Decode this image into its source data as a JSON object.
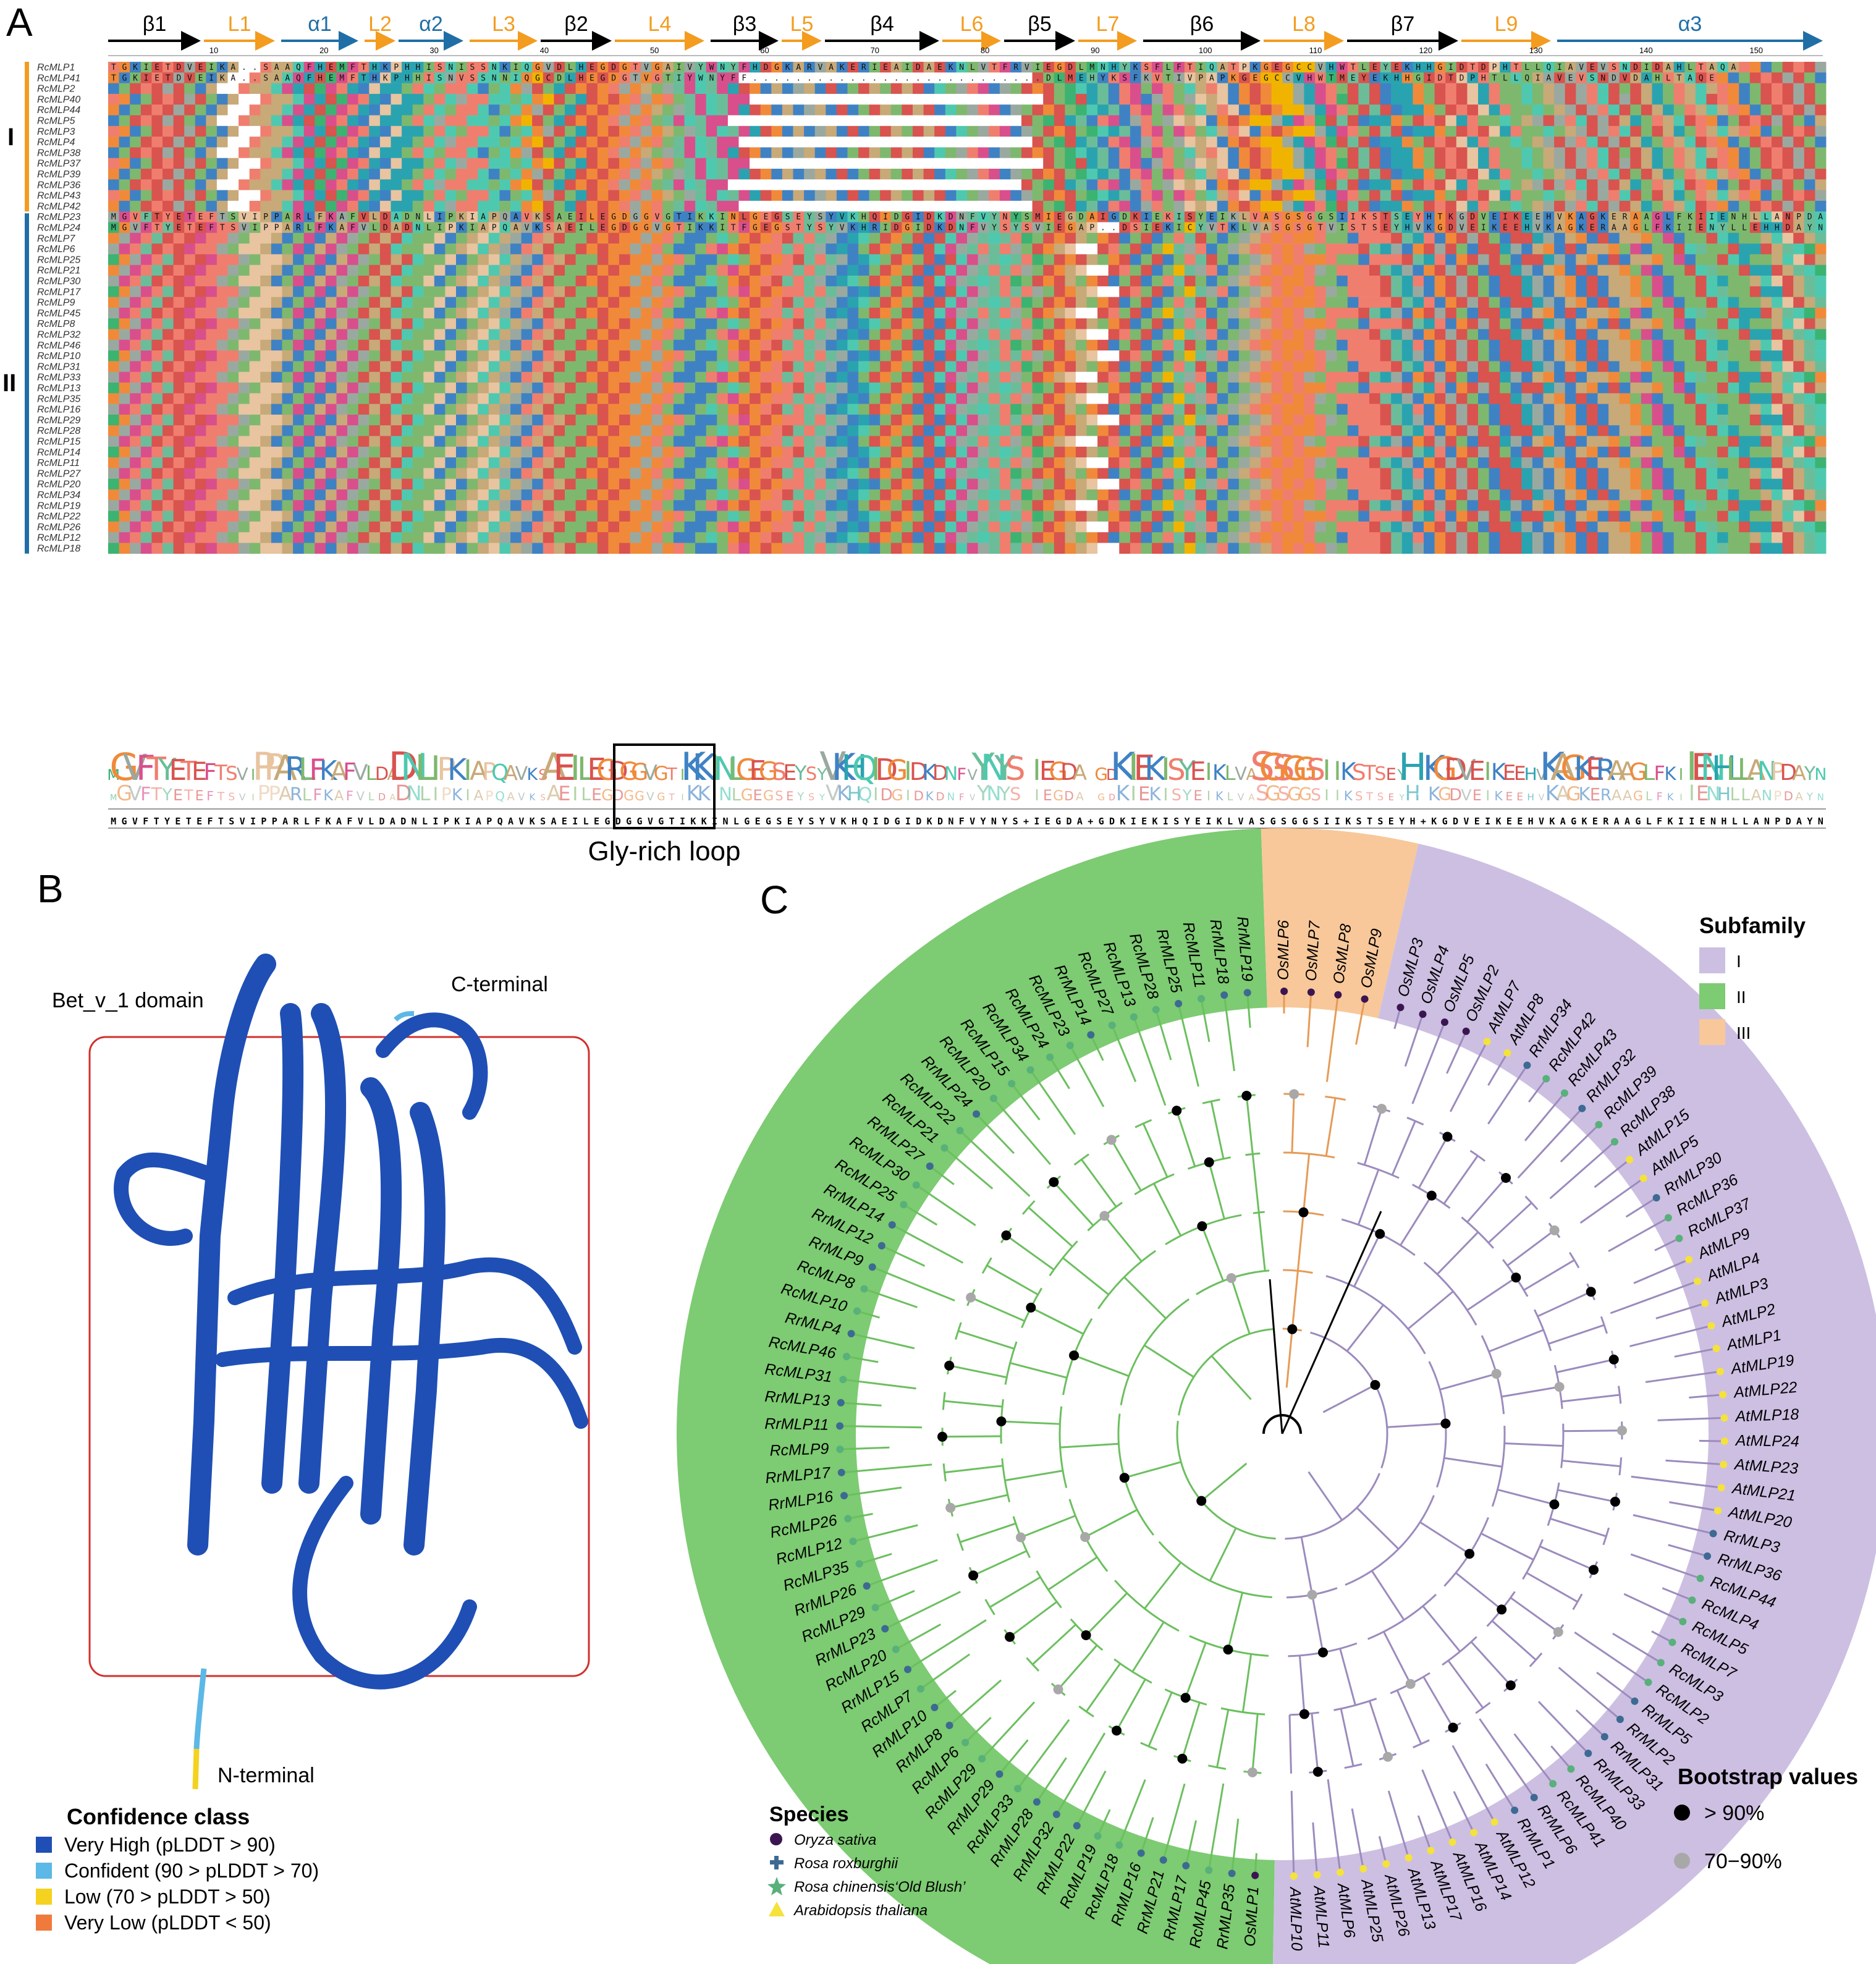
{
  "panels": {
    "a": "A",
    "b": "B",
    "c": "C"
  },
  "alignment": {
    "structure": [
      {
        "label": "β1",
        "kind": "strand"
      },
      {
        "label": "L1",
        "kind": "loop"
      },
      {
        "label": "α1",
        "kind": "helix"
      },
      {
        "label": "L2",
        "kind": "loop"
      },
      {
        "label": "α2",
        "kind": "helix"
      },
      {
        "label": "L3",
        "kind": "loop"
      },
      {
        "label": "β2",
        "kind": "strand"
      },
      {
        "label": "L4",
        "kind": "loop"
      },
      {
        "label": "β3",
        "kind": "strand"
      },
      {
        "label": "L5",
        "kind": "loop"
      },
      {
        "label": "β4",
        "kind": "strand"
      },
      {
        "label": "L6",
        "kind": "loop"
      },
      {
        "label": "β5",
        "kind": "strand"
      },
      {
        "label": "L7",
        "kind": "loop"
      },
      {
        "label": "β6",
        "kind": "strand"
      },
      {
        "label": "L8",
        "kind": "loop"
      },
      {
        "label": "β7",
        "kind": "strand"
      },
      {
        "label": "L9",
        "kind": "loop"
      },
      {
        "label": "α3",
        "kind": "helix"
      }
    ],
    "ruler": [
      "10",
      "20",
      "30",
      "40",
      "50",
      "60",
      "70",
      "80",
      "90",
      "100",
      "110",
      "120",
      "130",
      "140",
      "150"
    ],
    "groups": [
      {
        "label": "I",
        "color": "#f39c1f"
      },
      {
        "label": "II",
        "color": "#1f6fa6"
      }
    ],
    "group_I": [
      "RcMLP1",
      "RcMLP41",
      "RcMLP2",
      "RcMLP40",
      "RcMLP44",
      "RcMLP5",
      "RcMLP3",
      "RcMLP4",
      "RcMLP38",
      "RcMLP37",
      "RcMLP39",
      "RcMLP36",
      "RcMLP43",
      "RcMLP42"
    ],
    "group_II": [
      "RcMLP23",
      "RcMLP24",
      "RcMLP7",
      "RcMLP6",
      "RcMLP25",
      "RcMLP21",
      "RcMLP30",
      "RcMLP17",
      "RcMLP9",
      "RcMLP45",
      "RcMLP8",
      "RcMLP32",
      "RcMLP46",
      "RcMLP10",
      "RcMLP31",
      "RcMLP33",
      "RcMLP13",
      "RcMLP35",
      "RcMLP16",
      "RcMLP29",
      "RcMLP28",
      "RcMLP15",
      "RcMLP14",
      "RcMLP11",
      "RcMLP27",
      "RcMLP20",
      "RcMLP34",
      "RcMLP19",
      "RcMLP22",
      "RcMLP26",
      "RcMLP12",
      "RcMLP18"
    ],
    "sample_rows": [
      "TGKIETDVEIKA..SAAQFHEMFTHKPHHISNISSNKIQGVDLHEGDGTVGAIVYWNYFHDGKARVAKERIEAIDAEKNLVTFRVIEGDLMNHYKSFLFTIQATPKGEGCCVHWTLEYEKHHGIDTDPHTLLQIAVEVSNDIDAHLTAQA",
      "TGKIETDVEIKA..SAAQFHEMFTHKPHHISNVSSNNIQGCDLHEGDGTVGTIYWNYFF...........................DLMEHYKSFKVTIVPAPKGEGCCVHWTMEYEKHHGIDTDPHTLLQIAVEVSNDVDAHLTAQE",
      "MGVFTYETEFTSVIPPARLFKAFVLDADNLIPKIAPQAVKSAEILEGDGGVGTIKKINLGEGSEYSYVKHQIDGIDKDNFVYNYSMIEGDAIGDKIEKISYEIKLVASGSGGSIIKSTSEYHTKGDVEIKEEHVKAGKERAAGLFKIIENHLLANPDAYN",
      "MGVFTYETEFTSVIPPARLFKAFVLDADNLIPKIAPQAVKSAEILEGDGGVGTIKKITFGEGSTYSYVKHRIDGIDKDNFVYSYSVIEGAP..DSIEKICYVTKLVASGSGTVISTSEYHVKGDVEIKEEHVKAGKERAAGLFKIIENYLLEHHDAYN"
    ],
    "consensus": "MGVFTYETEFTSVIPPARLFKAFVLDADNLIPKIAPQAVKSAEILEGDGGVGTIKKINLGEGSEYSYVKHQIDGIDKDNFVYNYS+IEGDA+GDKIEKISYEIKLVASGSGGSIIKSTSEYH+KGDVEIKEEHVKAGKERAAGLFKIIENHLLANPDAYN",
    "gly_loop_label": "Gly-rich loop"
  },
  "structure_model": {
    "domain_label": "Bet_v_1 domain",
    "c_term": "C-terminal",
    "n_term": "N-terminal",
    "confidence_title": "Confidence class",
    "confidence": [
      {
        "label": "Very High (pLDDT > 90)",
        "color": "#1f4fb5"
      },
      {
        "label": "Confident (90 > pLDDT > 70)",
        "color": "#5cb8e6"
      },
      {
        "label": "Low (70 > pLDDT > 50)",
        "color": "#f4d21f"
      },
      {
        "label": "Very Low (pLDDT < 50)",
        "color": "#f07a3c"
      }
    ]
  },
  "tree": {
    "subfamily_title": "Subfamily",
    "subfamilies": [
      {
        "label": "I",
        "color": "#cdbfe2"
      },
      {
        "label": "II",
        "color": "#7dcb72"
      },
      {
        "label": "III",
        "color": "#f8c89a"
      }
    ],
    "species_title": "Species",
    "species": [
      {
        "label": "Oryza sativa",
        "marker": "dot",
        "color": "#3b1550"
      },
      {
        "label": "Rosa roxburghii",
        "marker": "cross",
        "color": "#3d6a92"
      },
      {
        "label": "Rosa chinensis‘Old Blush’",
        "marker": "star",
        "color": "#58b07a"
      },
      {
        "label": "Arabidopsis thaliana",
        "marker": "triangle",
        "color": "#f5e23a"
      }
    ],
    "bootstrap_title": "Bootstrap values",
    "bootstrap": [
      {
        "label": ">  90%",
        "color": "#000000"
      },
      {
        "label": "70−90%",
        "color": "#a8a8a8"
      }
    ],
    "leaves_II": [
      "OsMLP1",
      "RrMLP35",
      "RcMLP45",
      "RrMLP17",
      "RrMLP21",
      "RrMLP16",
      "RcMLP18",
      "RcMLP19",
      "RrMLP22",
      "RrMLP32",
      "RrMLP28",
      "RcMLP33",
      "RrMLP29",
      "RcMLP29",
      "RcMLP6",
      "RrMLP8",
      "RrMLP10",
      "RcMLP7",
      "RrMLP15",
      "RcMLP20",
      "RrMLP23",
      "RcMLP29",
      "RrMLP26",
      "RcMLP35",
      "RcMLP12",
      "RcMLP26",
      "RrMLP16",
      "RrMLP17",
      "RcMLP9",
      "RrMLP11",
      "RrMLP13",
      "RcMLP31",
      "RcMLP46",
      "RrMLP4",
      "RcMLP10",
      "RcMLP8",
      "RrMLP9",
      "RrMLP12",
      "RrMLP14",
      "RcMLP25",
      "RcMLP30",
      "RrMLP27",
      "RcMLP21",
      "RcMLP22",
      "RrMLP24",
      "RcMLP20",
      "RcMLP15",
      "RcMLP34",
      "RcMLP24",
      "RcMLP23",
      "RrMLP14",
      "RcMLP27",
      "RcMLP13",
      "RcMLP28",
      "RrMLP25",
      "RcMLP11",
      "RrMLP18",
      "RrMLP19"
    ],
    "leaves_III": [
      "OsMLP6",
      "OsMLP7",
      "OsMLP8",
      "OsMLP9"
    ],
    "leaves_I": [
      "OsMLP3",
      "OsMLP4",
      "OsMLP5",
      "OsMLP2",
      "AtMLP7",
      "AtMLP8",
      "RrMLP34",
      "RcMLP42",
      "RcMLP43",
      "RrMLP32",
      "RcMLP39",
      "RcMLP38",
      "AtMLP15",
      "AtMLP5",
      "RrMLP30",
      "RcMLP36",
      "RcMLP37",
      "AtMLP9",
      "AtMLP4",
      "AtMLP3",
      "AtMLP2",
      "AtMLP1",
      "AtMLP19",
      "AtMLP22",
      "AtMLP18",
      "AtMLP24",
      "AtMLP23",
      "AtMLP21",
      "AtMLP20",
      "RrMLP3",
      "RrMLP36",
      "RcMLP44",
      "RcMLP4",
      "RcMLP5",
      "RcMLP7",
      "RcMLP3",
      "RcMLP2",
      "RrMLP5",
      "RrMLP2",
      "RrMLP31",
      "RrMLP33",
      "RcMLP40",
      "RcMLP41",
      "RrMLP6",
      "RrMLP1",
      "AtMLP12",
      "AtMLP14",
      "AtMLP16",
      "AtMLP17",
      "AtMLP13",
      "AtMLP26",
      "AtMLP25",
      "AtMLP6",
      "AtMLP11",
      "AtMLP10"
    ]
  }
}
